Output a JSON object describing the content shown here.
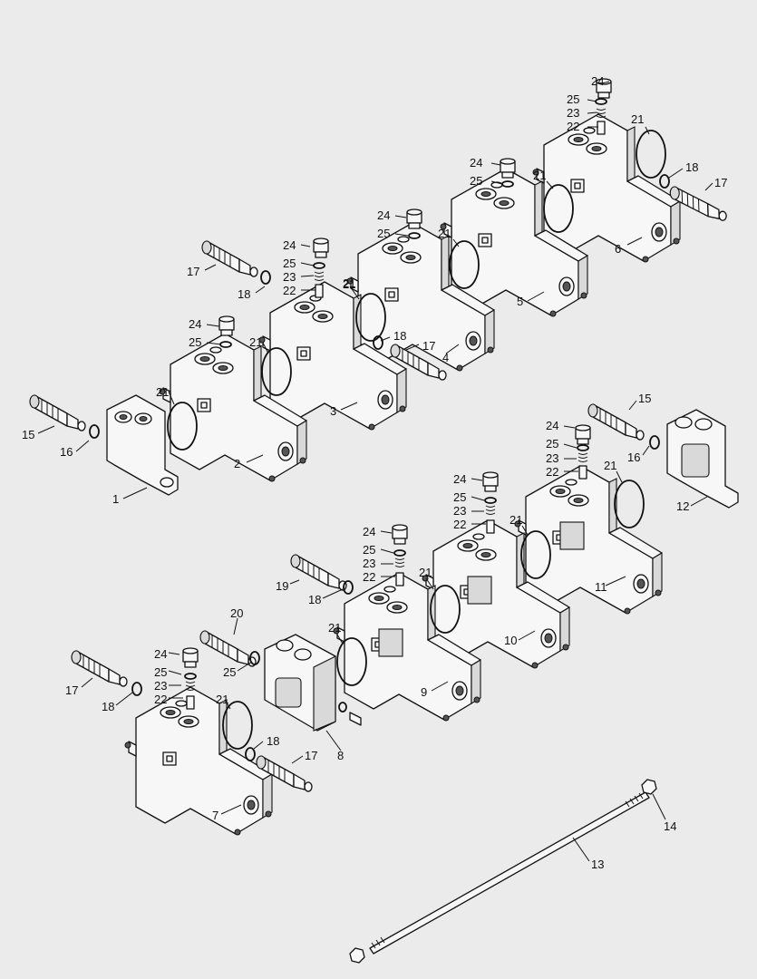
{
  "diagram": {
    "callouts": [
      {
        "id": "c24a",
        "text": "24"
      },
      {
        "id": "c25a",
        "text": "25"
      },
      {
        "id": "c23a",
        "text": "23"
      },
      {
        "id": "c22a",
        "text": "22"
      },
      {
        "id": "c21a",
        "text": "21"
      },
      {
        "id": "c18a",
        "text": "18"
      },
      {
        "id": "c17a",
        "text": "17"
      },
      {
        "id": "c6",
        "text": "6"
      },
      {
        "id": "c24b",
        "text": "24"
      },
      {
        "id": "c25b",
        "text": "25"
      },
      {
        "id": "c21b",
        "text": "21"
      },
      {
        "id": "c21c",
        "text": "21"
      },
      {
        "id": "c5",
        "text": "5"
      },
      {
        "id": "c24c",
        "text": "24"
      },
      {
        "id": "c25c",
        "text": "25"
      },
      {
        "id": "c21d",
        "text": "21"
      },
      {
        "id": "c18b",
        "text": "18"
      },
      {
        "id": "c17b",
        "text": "17"
      },
      {
        "id": "c4",
        "text": "4"
      },
      {
        "id": "c17c",
        "text": "17"
      },
      {
        "id": "c18c",
        "text": "18"
      },
      {
        "id": "c24d",
        "text": "24"
      },
      {
        "id": "c25d",
        "text": "25"
      },
      {
        "id": "c23b",
        "text": "23"
      },
      {
        "id": "c22b",
        "text": "22"
      },
      {
        "id": "c21e",
        "text": "21"
      },
      {
        "id": "c3",
        "text": "3"
      },
      {
        "id": "c24e",
        "text": "24"
      },
      {
        "id": "c25e",
        "text": "25"
      },
      {
        "id": "c21f",
        "text": "21"
      },
      {
        "id": "c21g",
        "text": "21"
      },
      {
        "id": "c2",
        "text": "2"
      },
      {
        "id": "c15a",
        "text": "15"
      },
      {
        "id": "c16a",
        "text": "16"
      },
      {
        "id": "c1",
        "text": "1"
      },
      {
        "id": "c15b",
        "text": "15"
      },
      {
        "id": "c16b",
        "text": "16"
      },
      {
        "id": "c12",
        "text": "12"
      },
      {
        "id": "c24f",
        "text": "24"
      },
      {
        "id": "c25f",
        "text": "25"
      },
      {
        "id": "c23c",
        "text": "23"
      },
      {
        "id": "c22c",
        "text": "22"
      },
      {
        "id": "c21h",
        "text": "21"
      },
      {
        "id": "c11",
        "text": "11"
      },
      {
        "id": "c24g",
        "text": "24"
      },
      {
        "id": "c25g",
        "text": "25"
      },
      {
        "id": "c23d",
        "text": "23"
      },
      {
        "id": "c22d",
        "text": "22"
      },
      {
        "id": "c21i",
        "text": "21"
      },
      {
        "id": "c10",
        "text": "10"
      },
      {
        "id": "c24h",
        "text": "24"
      },
      {
        "id": "c25h",
        "text": "25"
      },
      {
        "id": "c23e",
        "text": "23"
      },
      {
        "id": "c22e",
        "text": "22"
      },
      {
        "id": "c21j",
        "text": "21"
      },
      {
        "id": "c19",
        "text": "19"
      },
      {
        "id": "c18d",
        "text": "18"
      },
      {
        "id": "c9",
        "text": "9"
      },
      {
        "id": "c20",
        "text": "20"
      },
      {
        "id": "c25i",
        "text": "25"
      },
      {
        "id": "c21k",
        "text": "21"
      },
      {
        "id": "c8",
        "text": "8"
      },
      {
        "id": "c17d",
        "text": "17"
      },
      {
        "id": "c18e",
        "text": "18"
      },
      {
        "id": "c24i",
        "text": "24"
      },
      {
        "id": "c25j",
        "text": "25"
      },
      {
        "id": "c23f",
        "text": "23"
      },
      {
        "id": "c22f",
        "text": "22"
      },
      {
        "id": "c21l",
        "text": "21"
      },
      {
        "id": "c18f",
        "text": "18"
      },
      {
        "id": "c17e",
        "text": "17"
      },
      {
        "id": "c7",
        "text": "7"
      },
      {
        "id": "c14",
        "text": "14"
      },
      {
        "id": "c13",
        "text": "13"
      }
    ]
  }
}
